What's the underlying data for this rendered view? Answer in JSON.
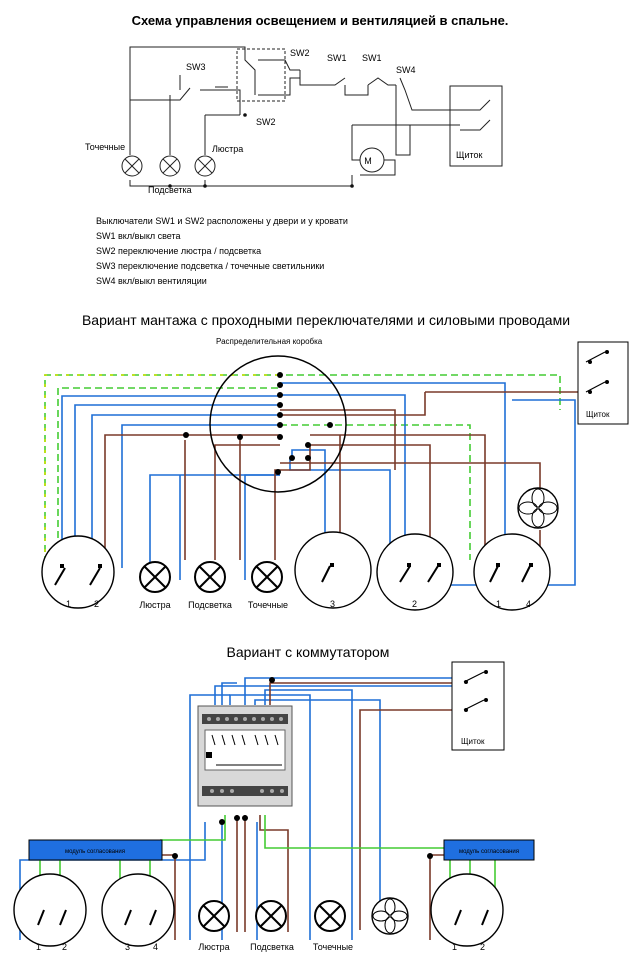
{
  "title": "Схема управления освещением и вентиляцией в спальне.",
  "schematic": {
    "switches": [
      "SW3",
      "SW2",
      "SW1",
      "SW1",
      "SW4",
      "SW2"
    ],
    "lamps": [
      "Точечные",
      "Подсветка",
      "Люстра"
    ],
    "motor_letter": "M",
    "panel": "Щиток"
  },
  "notes": [
    "Выключатели SW1 и SW2 расположены у двери и у кровати",
    "SW1 вкл/выкл света",
    "SW2 переключение люстра / подсветка",
    "SW3 переключение подсветка / точечные светильники",
    "SW4 вкл/выкл вентиляции"
  ],
  "variant1": {
    "title": "Вариант мантажа с проходными переключателями и силовыми проводами",
    "junction_box": "Распределительная коробка",
    "panel": "Щиток",
    "switch_numbers": [
      "1",
      "2",
      "3",
      "2",
      "1",
      "4"
    ],
    "lamps": [
      "Люстра",
      "Подсветка",
      "Точечные"
    ]
  },
  "variant2": {
    "title": "Вариант с коммутатором",
    "panel": "Щиток",
    "module_left": "модуль согласования",
    "module_right": "модуль согласования",
    "switch_numbers": [
      "1",
      "2",
      "3",
      "4",
      "1",
      "2"
    ],
    "lamps": [
      "Люстра",
      "Подсветка",
      "Точечные"
    ]
  },
  "colors": {
    "blue": "#1f6fd6",
    "brown": "#7a3a2a",
    "green": "#44cc33",
    "yellow_green": "#c8e000",
    "module_fill": "#1f6fe0"
  }
}
